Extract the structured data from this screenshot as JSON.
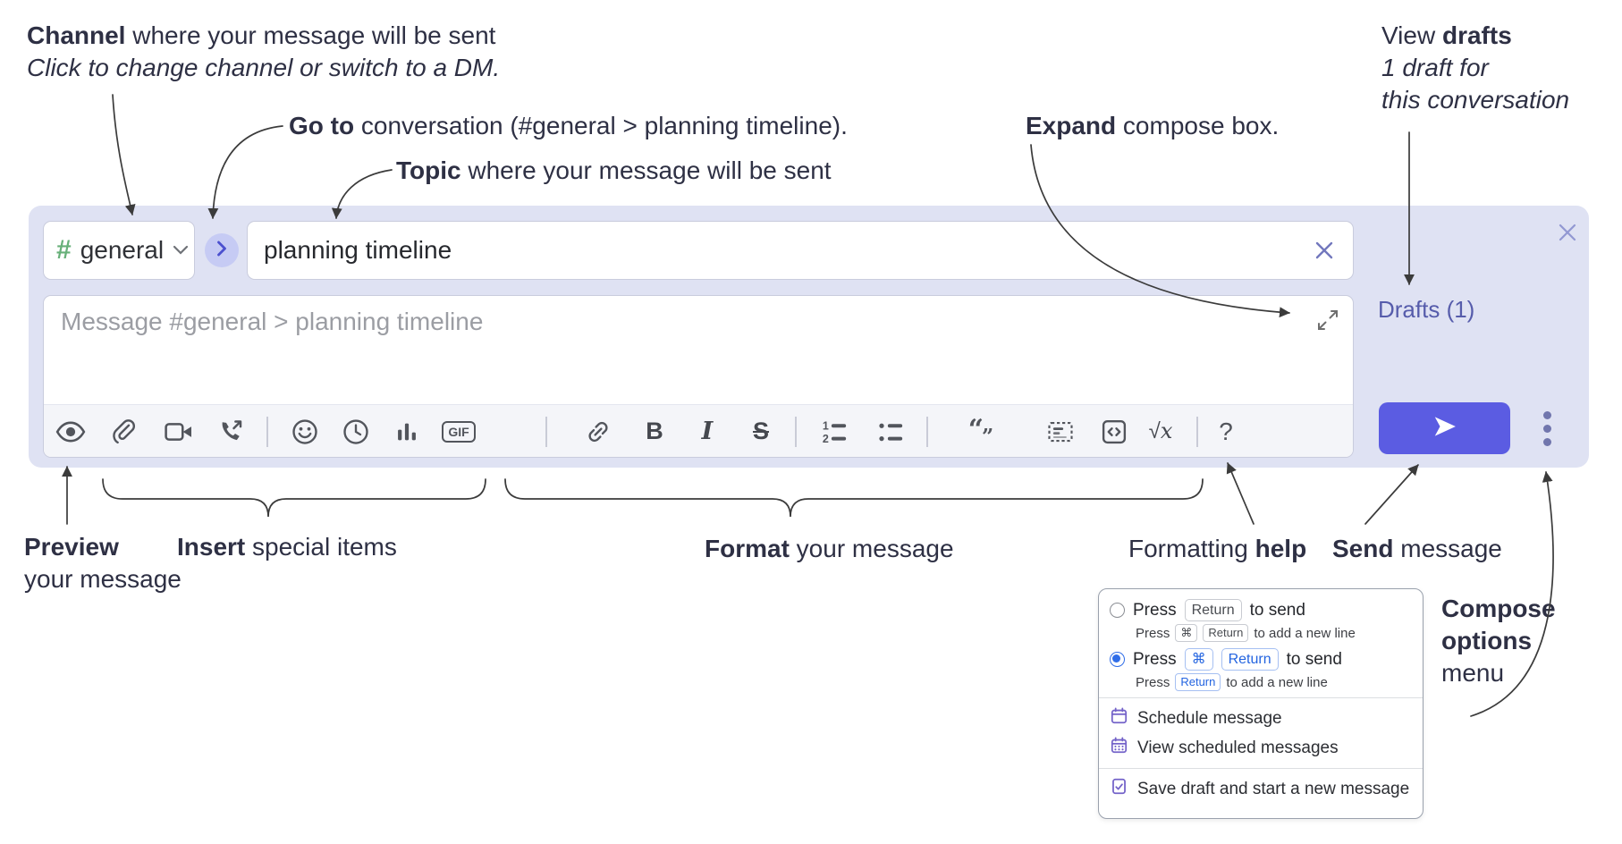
{
  "annotations": {
    "channel_line1_bold": "Channel",
    "channel_line1_rest": " where your message will be sent",
    "channel_line2": "Click to change channel or switch to a DM.",
    "goto_bold": "Go to",
    "goto_rest": " conversation (#general > planning timeline).",
    "topic_bold": "Topic",
    "topic_rest": " where your message will be sent",
    "expand_bold": "Expand",
    "expand_rest": " compose box.",
    "drafts_line1_pre": "View ",
    "drafts_line1_bold": "drafts",
    "drafts_line2": "1 draft for",
    "drafts_line3": "this conversation",
    "preview_bold": "Preview",
    "preview_line2": "your message",
    "insert_bold": "Insert",
    "insert_rest": " special items",
    "format_bold": "Format",
    "format_rest": " your message",
    "help_pre": "Formatting ",
    "help_bold": "help",
    "send_bold": "Send",
    "send_rest": " message",
    "compose_options_line1": "Compose",
    "compose_options_line2": "options",
    "compose_options_line3": "menu"
  },
  "compose": {
    "channel_hash": "#",
    "channel_name": "general",
    "topic_value": "planning timeline",
    "message_placeholder": "Message #general > planning timeline",
    "drafts_label": "Drafts (1)",
    "gif_label": "GIF",
    "bold_label": "B",
    "italic_label": "I",
    "strike_label": "S",
    "math_sqrt": "√",
    "math_x": "x",
    "help_label": "?",
    "quote_open": "“",
    "quote_close": "”",
    "toolbar_icons": [
      "preview",
      "attach-file",
      "start-video-call",
      "start-voice-call",
      "emoji",
      "add-global-time",
      "add-poll",
      "add-gif",
      "link",
      "bold",
      "italic",
      "strikethrough",
      "numbered-list",
      "bulleted-list",
      "quote",
      "spoiler",
      "code",
      "math",
      "message-formatting-help"
    ]
  },
  "menu": {
    "option1_main_pre": "Press",
    "option1_main_key": "Return",
    "option1_main_post": "to send",
    "option1_sub_pre": "Press",
    "option1_sub_key1": "⌘",
    "option1_sub_key2": "Return",
    "option1_sub_post": "to add a new line",
    "option2_main_pre": "Press",
    "option2_main_key1": "⌘",
    "option2_main_key2": "Return",
    "option2_main_post": "to send",
    "option2_sub_pre": "Press",
    "option2_sub_key": "Return",
    "option2_sub_post": "to add a new line",
    "item_schedule": "Schedule message",
    "item_view_scheduled": "View scheduled messages",
    "item_save_draft": "Save draft and start a new message"
  },
  "colors": {
    "send_button": "#5b5ce2",
    "compose_background": "#dfe2f3",
    "drafts_link": "#565cab",
    "channel_hash_green": "#67b079",
    "selected_radio_blue": "#2f6de8",
    "menu_icon_purple": "#7463c9",
    "annotation_text": "#2e3044"
  }
}
